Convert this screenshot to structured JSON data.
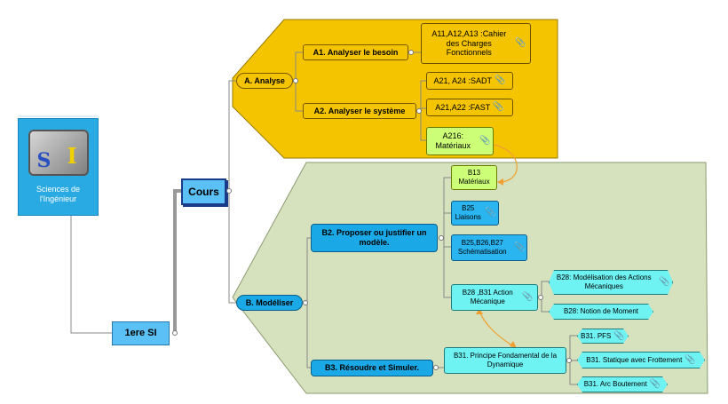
{
  "root": {
    "label": "1ere SI"
  },
  "logo": {
    "caption": "Sciences de l'Ingénieur",
    "letters": [
      "S",
      "I"
    ],
    "icon": "si-cube-logo"
  },
  "cours": {
    "label": "Cours"
  },
  "analyse": {
    "label": "A. Analyse",
    "a1": {
      "label": "A1. Analyser le besoin",
      "item": "A11,A12,A13 :Cahier des Charges Fonctionnels"
    },
    "a2": {
      "label": "A2. Analyser le système",
      "items": [
        "A21, A24 :SADT",
        "A21,A22 :FAST",
        "A216: Matériaux"
      ]
    }
  },
  "modeliser": {
    "label": "B. Modéliser",
    "b2": {
      "label": "B2. Proposer ou justifier un modèle.",
      "items": [
        "B13 Matériaux",
        "B25 Liaisons",
        "B25,B26,B27 Schématisation",
        "B28 ,B31 Action Mécanique"
      ]
    },
    "b28": {
      "items": [
        "B28: Modélisation des Actions Mécaniques",
        "B28: Notion de Moment"
      ]
    },
    "b3": {
      "label": "B3. Résoudre et Simuler.",
      "pfd": "B31. Principe Fondamental de la Dynamique",
      "items": [
        "B31. PFS",
        "B31. Statique avec Frottement",
        "B31. Arc Boutement"
      ]
    }
  },
  "colors": {
    "analyse": "#f5c400",
    "modeliser": "#d6e2bd",
    "lime": "#ccff77",
    "blue": "#1aa8e6",
    "cyan": "#6ff2f2",
    "relation": "#f0a030"
  },
  "icons": {
    "attachment": "paperclip-icon"
  }
}
